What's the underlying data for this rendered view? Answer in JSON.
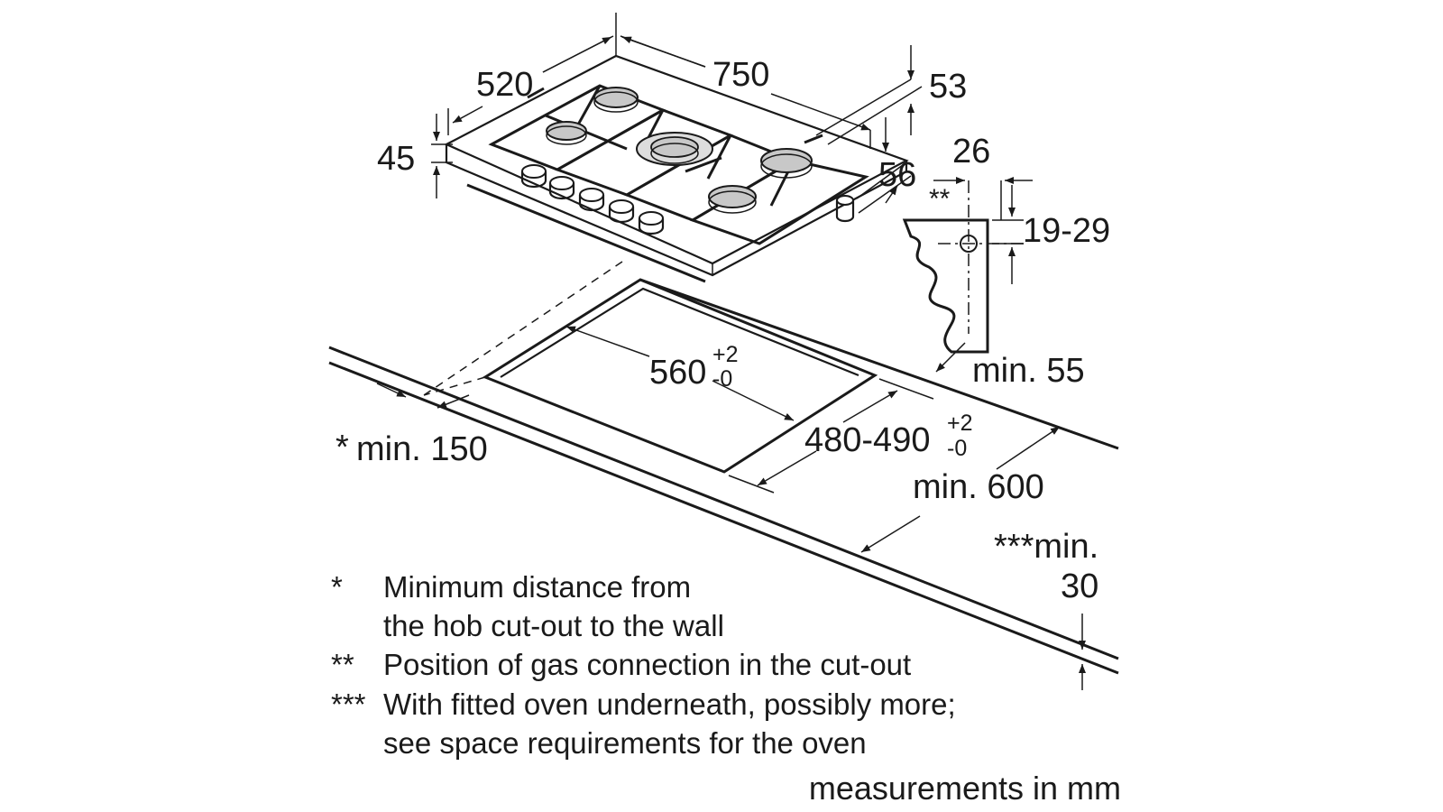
{
  "dimensions": {
    "depth": "520",
    "width": "750",
    "right_edge": "53",
    "height": "45",
    "front_offset": "56",
    "gas_x": "26",
    "gas_mark": "**",
    "gas_height": "19-29",
    "cutout_width_base": "560",
    "cutout_width_tol_plus": "+2",
    "cutout_width_tol_minus": "-0",
    "cutout_depth_base": "480-490",
    "cutout_depth_tol_plus": "+2",
    "cutout_depth_tol_minus": "-0",
    "min_55": "min. 55",
    "min_150_star": "*",
    "min_150": "min. 150",
    "min_600": "min. 600",
    "min_30_star": "***min.",
    "min_30": "30"
  },
  "notes": [
    {
      "mark": "*",
      "line1": "Minimum distance from",
      "line2": "the hob cut-out to the wall"
    },
    {
      "mark": "**",
      "line1": "Position of gas connection in the cut-out"
    },
    {
      "mark": "***",
      "line1": "With fitted oven underneath, possibly more;",
      "line2": "see space requirements for the oven"
    }
  ],
  "units": "measurements in mm",
  "icons": [
    "gas-burner-icon",
    "control-knob-icon",
    "arrow-icon"
  ]
}
